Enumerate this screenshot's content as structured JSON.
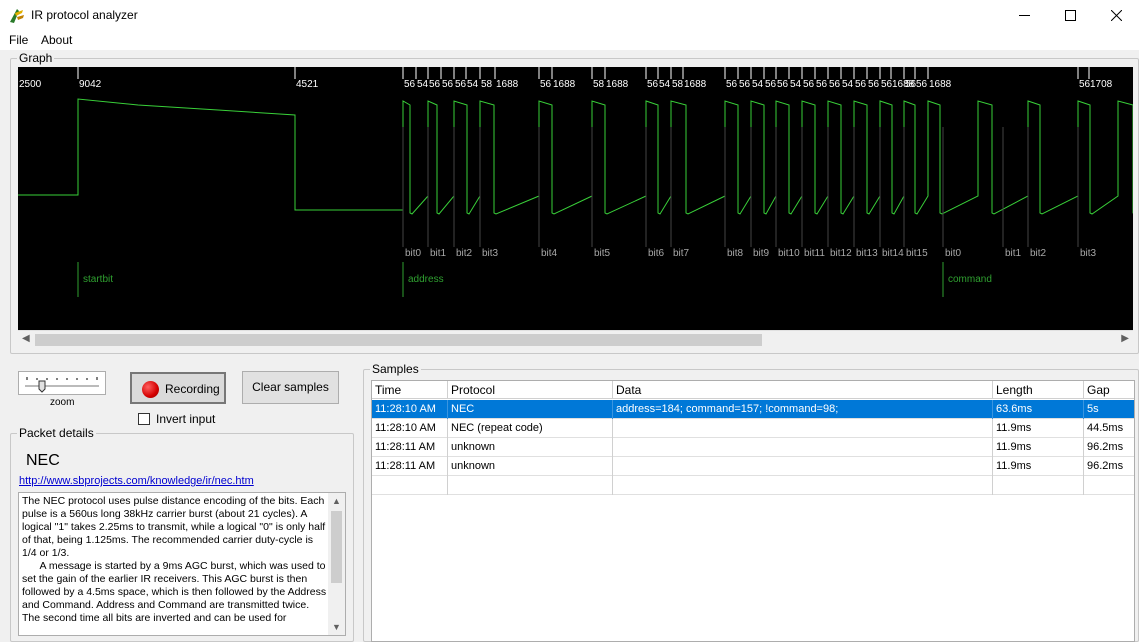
{
  "window": {
    "title": "IR protocol analyzer"
  },
  "menu": {
    "items": [
      "File",
      "About"
    ]
  },
  "graph": {
    "legend": "Graph",
    "durations": [
      "2500",
      "9042",
      "4521",
      "56",
      "54",
      "56",
      "56",
      "56",
      "54",
      "58",
      "1688",
      "56",
      "1688",
      "58",
      "1688",
      "56",
      "54",
      "58",
      "1688",
      "56",
      "56",
      "54",
      "56",
      "56",
      "54",
      "56",
      "56",
      "56",
      "54",
      "56",
      "56",
      "56",
      "1688",
      "56",
      "56",
      "1688",
      "56",
      "1708"
    ],
    "bit_labels": [
      "bit0",
      "bit1",
      "bit2",
      "bit3",
      "bit4",
      "bit5",
      "bit6",
      "bit7",
      "bit8",
      "bit9",
      "bit10",
      "bit11",
      "bit12",
      "bit13",
      "bit14",
      "bit15",
      "bit0",
      "bit1",
      "bit2",
      "bit3"
    ],
    "section_labels": [
      "startbit",
      "address",
      "command"
    ]
  },
  "controls": {
    "zoom_label": "zoom",
    "recording_label": "Recording",
    "clear_label": "Clear samples",
    "invert_label": "Invert input",
    "invert_checked": false
  },
  "packet": {
    "legend": "Packet details",
    "protocol": "NEC",
    "link": "http://www.sbprojects.com/knowledge/ir/nec.htm",
    "description": "The NEC protocol uses pulse distance encoding of the bits. Each pulse is a 560us long 38kHz carrier burst (about 21 cycles). A logical \"1\" takes 2.25ms to transmit, while a logical \"0\" is only half of that, being 1.125ms. The recommended carrier duty-cycle is 1/4 or 1/3.\n      A message is started by a 9ms AGC burst, which was used to set the gain of the earlier IR receivers. This AGC burst is then followed by a 4.5ms space, which is then followed by the Address and Command. Address and Command are transmitted twice. The second time all bits are inverted and can be used for"
  },
  "samples": {
    "legend": "Samples",
    "columns": [
      "Time",
      "Protocol",
      "Data",
      "Length",
      "Gap"
    ],
    "rows": [
      [
        "11:28:10 AM",
        "NEC",
        "address=184; command=157; !command=98;",
        "63.6ms",
        "5s"
      ],
      [
        "11:28:10 AM",
        "NEC (repeat code)",
        "",
        "11.9ms",
        "44.5ms"
      ],
      [
        "11:28:11 AM",
        "unknown",
        "",
        "11.9ms",
        "96.2ms"
      ],
      [
        "11:28:11 AM",
        "unknown",
        "",
        "11.9ms",
        "96.2ms"
      ]
    ],
    "selected_row": 0
  },
  "colors": {
    "signal": "#39d039",
    "selection": "#0078d7",
    "graph_bg": "#000000"
  }
}
